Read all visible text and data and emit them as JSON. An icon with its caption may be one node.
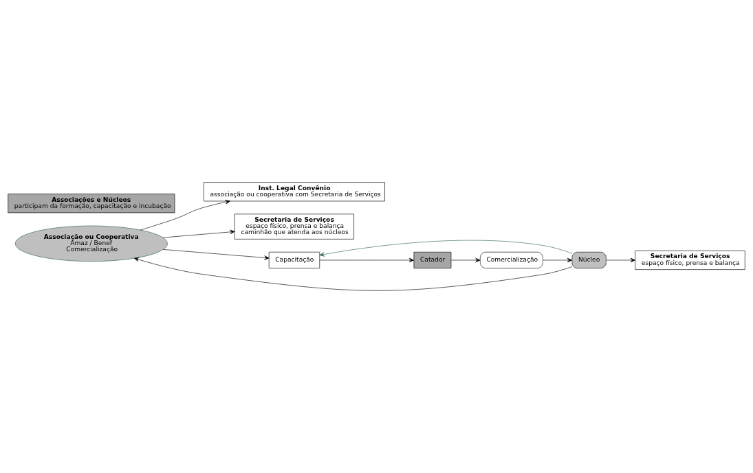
{
  "diagram": {
    "nodes": [
      {
        "text": [
          "Associação ou Cooperativa",
          "Amaz / Benef",
          "Comercialização"
        ]
      },
      {
        "text": [
          "Inst. Legal Convênio",
          "associação ou cooperativa com Secretaria de Serviços"
        ]
      },
      {
        "text": [
          "Secretaria de Serviços",
          "espaço físico, prensa e balança",
          "caminhão que atenda aos núcleos"
        ]
      },
      {
        "text": [
          "Núcleo"
        ]
      },
      {
        "text": [
          "Secretaria de Serviços",
          "espaço físico, prensa e balança"
        ]
      },
      {
        "text": [
          "Comercialização"
        ]
      },
      {
        "text": [
          "Capacitação"
        ]
      },
      {
        "text": [
          "Catador"
        ]
      },
      {
        "text": [
          "Associações e Núcleos",
          "participam da formação, capacitação e incubação"
        ]
      }
    ],
    "edges": [
      {
        "from": 0,
        "to": 1,
        "arrow": "to"
      },
      {
        "from": 0,
        "to": 2,
        "arrow": "to"
      },
      {
        "from": 0,
        "to": 6,
        "arrow": "to"
      },
      {
        "from": 3,
        "to": 0,
        "arrow": "to"
      },
      {
        "from": 3,
        "to": 4,
        "arrow": "to"
      },
      {
        "from": 3,
        "to": 6,
        "arrow": "to",
        "color": "#2e6b4f"
      },
      {
        "from": 5,
        "to": 3,
        "arrow": "to"
      },
      {
        "from": 7,
        "to": 5,
        "arrow": "to"
      },
      {
        "from": 6,
        "to": 7,
        "arrow": "to"
      }
    ]
  }
}
